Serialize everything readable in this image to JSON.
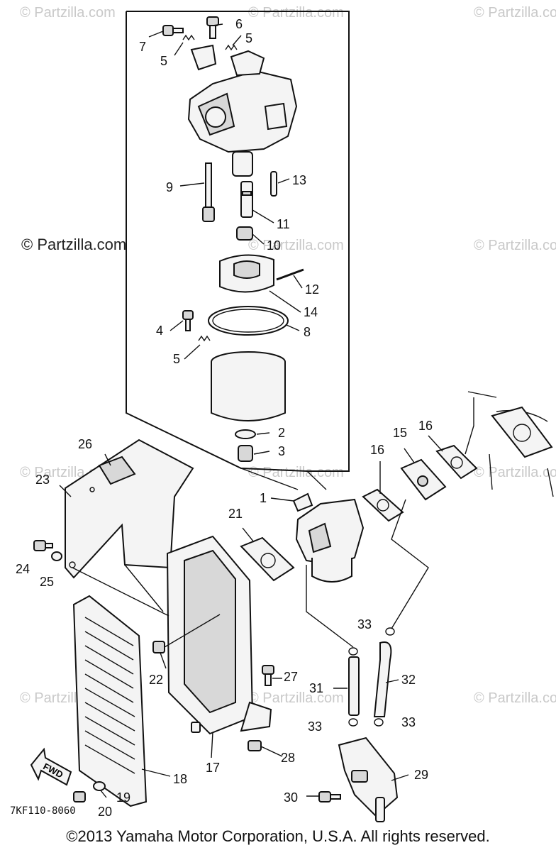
{
  "watermark": "© Partzilla.com",
  "diagram_code": "7KF110-8060",
  "copyright": "©2013 Yamaha Motor Corporation, U.S.A. All rights reserved.",
  "fwd_label": "FWD",
  "callouts": {
    "c1": "1",
    "c2": "2",
    "c3": "3",
    "c4": "4",
    "c5a": "5",
    "c5b": "5",
    "c5c": "5",
    "c6": "6",
    "c7": "7",
    "c8": "8",
    "c9": "9",
    "c10": "10",
    "c11": "11",
    "c12": "12",
    "c13": "13",
    "c14": "14",
    "c15": "15",
    "c16a": "16",
    "c16b": "16",
    "c17": "17",
    "c18": "18",
    "c19": "19",
    "c20": "20",
    "c21": "21",
    "c22": "22",
    "c23": "23",
    "c24": "24",
    "c25": "25",
    "c26": "26",
    "c27": "27",
    "c28": "28",
    "c29": "29",
    "c30": "30",
    "c31": "31",
    "c32": "32",
    "c33a": "33",
    "c33b": "33",
    "c33c": "33"
  }
}
